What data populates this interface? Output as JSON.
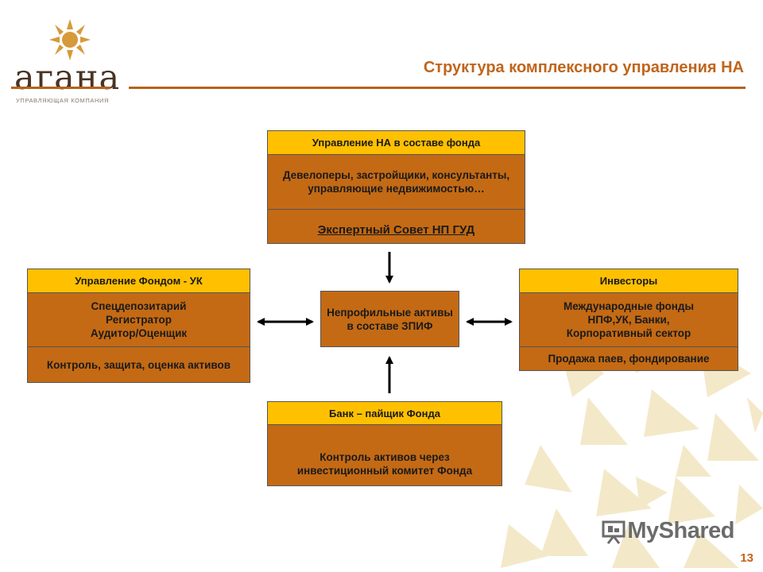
{
  "logo": {
    "name": "агана",
    "subtitle": "УПРАВЛЯЮЩАЯ КОМПАНИЯ"
  },
  "title": "Структура комплексного управления НА",
  "page_number": "13",
  "watermark": "MyShared",
  "colors": {
    "header": "#ffc000",
    "cell": "#c46a14",
    "accent": "#c0651b"
  },
  "top_box": {
    "header": "Управление НА в составе фонда",
    "body": "Девелоперы, застройщики, консультанты, управляющие недвижимостью…",
    "footer": "Экспертный Совет НП ГУД"
  },
  "left_box": {
    "header": "Управление Фондом - УК",
    "body": [
      "Спецдепозитарий",
      "Регистратор",
      "Аудитор/Оценщик"
    ],
    "footer": "Контроль, защита, оценка активов"
  },
  "center_box": {
    "text": "Непрофильные активы в составе ЗПИФ"
  },
  "right_box": {
    "header": "Инвесторы",
    "body": [
      "Международные фонды",
      "НПФ,УК, Банки,",
      "Корпоративный сектор"
    ],
    "footer": "Продажа паев, фондирование"
  },
  "bottom_box": {
    "header": "Банк – пайщик Фонда",
    "body": "Контроль активов через инвестиционный комитет Фонда"
  }
}
